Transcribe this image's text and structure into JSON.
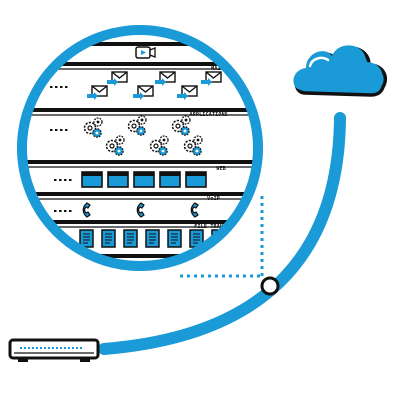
{
  "colors": {
    "accent": "#1a9ad6",
    "ink": "#111111",
    "paper": "#ffffff"
  },
  "icons": {
    "cloud": "cloud-icon",
    "router": "router-icon",
    "video": "video-camera-icon",
    "mail": "mail-icon",
    "gears": "gears-icon",
    "web": "browser-window-icon",
    "voip": "phone-handset-icon",
    "file": "document-icon"
  },
  "rack": {
    "rows": [
      {
        "id": "video",
        "label": "",
        "icon": "video-camera-icon",
        "count": 1
      },
      {
        "id": "mail",
        "label": "MAIL",
        "icon": "mail-icon",
        "count": 6
      },
      {
        "id": "applications",
        "label": "APPLICATIONS",
        "icon": "gears-icon",
        "count": 6
      },
      {
        "id": "web",
        "label": "WEB",
        "icon": "browser-window-icon",
        "count": 5
      },
      {
        "id": "voip",
        "label": "VoIP",
        "icon": "phone-handset-icon",
        "count": 3
      },
      {
        "id": "file-transfer",
        "label": "FILE TRANSFER",
        "icon": "document-icon",
        "count": 7
      }
    ]
  }
}
